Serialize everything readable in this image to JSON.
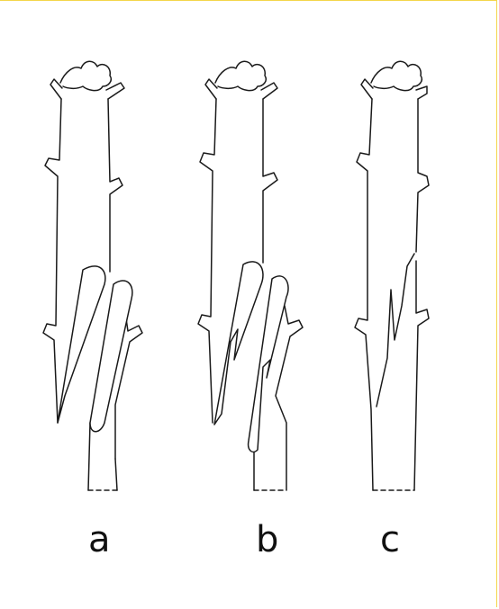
{
  "labels": {
    "a": "a",
    "b": "b",
    "c": "c"
  },
  "colors": {
    "frame": "#f4d64a",
    "stroke": "#1a1a1a"
  }
}
